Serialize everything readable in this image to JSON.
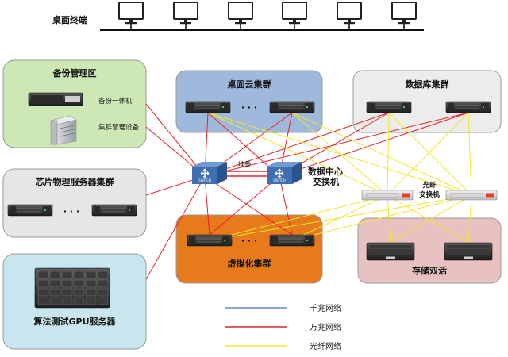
{
  "colors": {
    "gigabit": "#5b8fd6",
    "ten_gigabit": "#e8202a",
    "fiber": "#f2e52b",
    "backup_zone": "#cde8b4",
    "chip_cluster": "#e6e6e6",
    "gpu_zone": "#c9e6ee",
    "desktop_cloud": "#9fb9dd",
    "database_cluster": "#ececec",
    "virtualization": "#e77a1b",
    "storage": "#e8c1c1",
    "switch": "#3f6fb0"
  },
  "terminals": {
    "label": "桌面终端",
    "count": 6
  },
  "zones": {
    "backup": {
      "title": "备份管理区",
      "item1": "备份一体机",
      "item2": "集群管理设备"
    },
    "chip": {
      "title": "芯片物理服务器集群",
      "dots": "· · ·"
    },
    "gpu": {
      "title": "算法测试GPU服务器"
    },
    "desktop_cloud": {
      "title": "桌面云集群",
      "dots": "· · ·"
    },
    "database": {
      "title": "数据库集群"
    },
    "virtualization": {
      "title": "虚拟化集群",
      "dots": "· · ·"
    },
    "storage": {
      "title": "存储双活"
    }
  },
  "switches": {
    "stack_label": "堆叠",
    "dc_label_line1": "数据中心",
    "dc_label_line2": "交换机",
    "fiber_label_line1": "光纤",
    "fiber_label_line2": "交换机",
    "switch_text": "SWITCH"
  },
  "legend": {
    "gigabit": "千兆网络",
    "ten_gigabit": "万兆网络",
    "fiber": "光纤网络"
  }
}
